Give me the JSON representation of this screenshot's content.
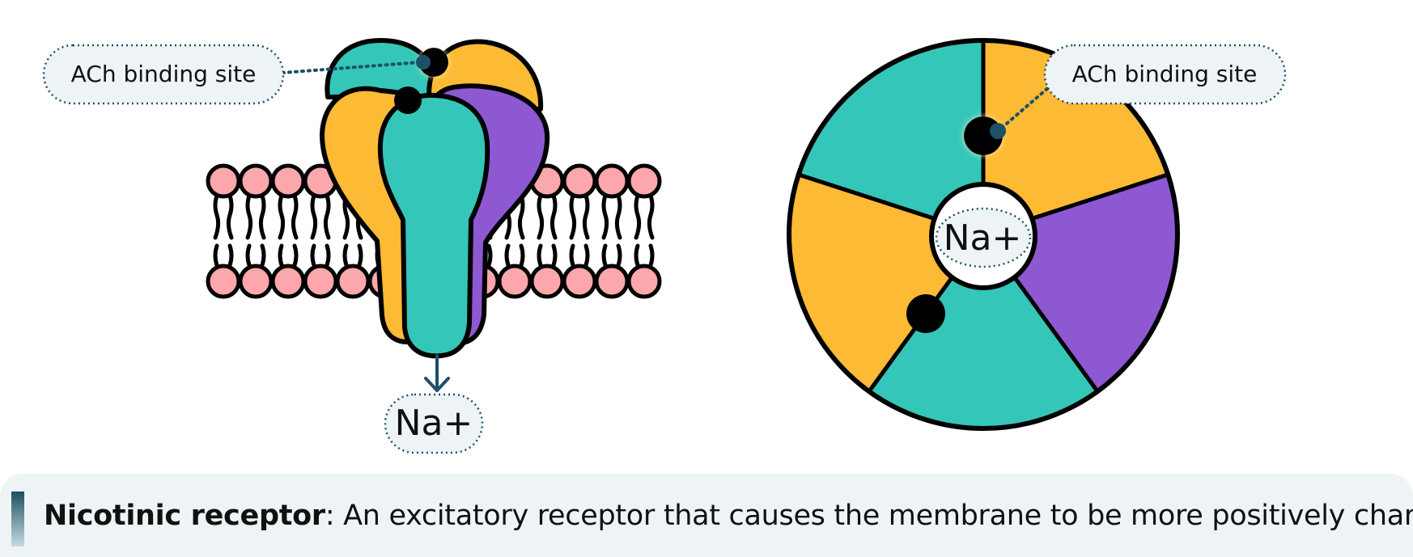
{
  "side_view": {
    "binding_site_label": "ACh binding site",
    "ion_label": "Na+"
  },
  "top_view": {
    "binding_site_label": "ACh binding site",
    "ion_label": "Na+"
  },
  "caption": {
    "term": "Nicotinic receptor",
    "definition": ": An excitatory receptor that causes the membrane to be more positively charged"
  },
  "colors": {
    "teal": "#34c6b9",
    "yellow": "#fdba34",
    "purple": "#8d58d2",
    "lipid_head": "#fba7ab",
    "outline": "#000000",
    "accent": "#1e5066",
    "label_bg": "#eef4f6"
  }
}
